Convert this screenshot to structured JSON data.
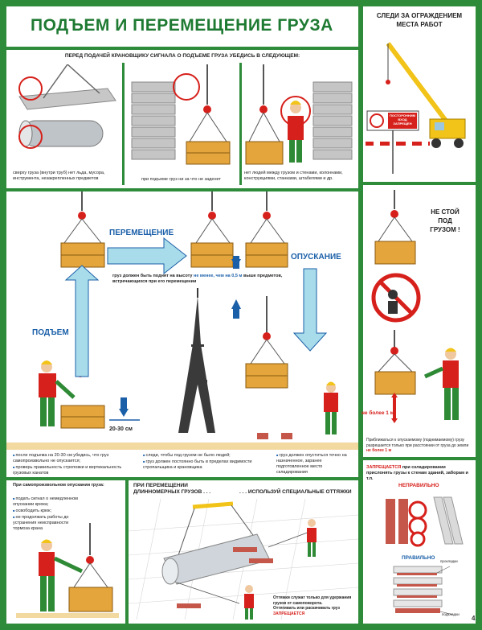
{
  "title": "ПОДЪЕМ И ПЕРЕМЕЩЕНИЕ ГРУЗА",
  "top_section": {
    "heading": "ПЕРЕД ПОДАЧЕЙ КРАНОВЩИКУ СИГНАЛА О ПОДЪЕМЕ ГРУЗА УБЕДИСЬ В СЛЕДУЮЩЕМ:",
    "captions": [
      "сверху груза (внутри труб) нет льда, мусора, инструмента, незакрепленных предметов",
      "при подъеме груз ни за что не заденет",
      "нет людей между грузом и стенами, колоннами, конструкциями, станками, штабелями и др."
    ]
  },
  "right_top": {
    "heading": "СЛЕДИ ЗА ОГРАЖДЕНИЕМ МЕСТА РАБОТ",
    "sign_text": "ПОСТОРОННИМ ВХОД ЗАПРЕЩЕН"
  },
  "middle": {
    "label_move": "ПЕРЕМЕЩЕНИЕ",
    "label_lower": "ОПУСКАНИЕ",
    "label_lift": "ПОДЪЕМ",
    "height_note_pre": "груз должен быть поднят на высоту ",
    "height_note_red": "не менее, чем на 0,5 м",
    "height_note_post": " выше предметов, встречающихся при его перемещении",
    "distance_label": "20-30 см",
    "notes_left": [
      "после подъема на 20-30 см убедись, что груз самопроизвольно не опускается;",
      "проверь правильность строповки и вертикальность грузовых канатов"
    ],
    "notes_center": [
      "следи, чтобы под грузом не было людей;",
      "груз должен постоянно быть в пределах видимости стропальщика и крановщика"
    ],
    "notes_right": [
      "груз должен опуститься точно на назначенное, заранее подготовленное место складирования"
    ]
  },
  "right_middle": {
    "warning": "НЕ СТОЙ ПОД ГРУЗОМ !",
    "distance_label": "не более 1 м",
    "approach_note_pre": "Приближаться к опускаемому (поднимаемому) грузу разрешается только при расстоянии от груза до земли ",
    "approach_note_red": "не более 1 м"
  },
  "bottom_left": {
    "heading": "При самопроизвольном опускании груза:",
    "items": [
      "подать сигнал о немедленном опускании крюка;",
      "освободить крюк;",
      "не продолжать работы до устранения неисправности тормоза крана"
    ]
  },
  "bottom_center": {
    "heading_left": "ПРИ ПЕРЕМЕЩЕНИИ ДЛИННОМЕРНЫХ ГРУЗОВ . . .",
    "heading_right": ". . . ИСПОЛЬЗУЙ СПЕЦИАЛЬНЫЕ ОТТЯЖКИ",
    "note_1": "Оттяжки служат только для удержания грузов от самоповорота.",
    "note_2": "Оттягивать или раскачивать груз",
    "note_red": "ЗАПРЕЩАЕТСЯ"
  },
  "bottom_right": {
    "rule_red": "ЗАПРЕЩАЕТСЯ",
    "rule_text": " при складировании прислонять грузы к стенам зданий, заборам и т.п.",
    "wrong_label": "НЕПРАВИЛЬНО",
    "right_label": "ПРАВИЛЬНО",
    "callout_1": "прокладки",
    "callout_2": "подкладки"
  },
  "page_number": "4",
  "colors": {
    "frame_green": "#2e8b3a",
    "title_green": "#1e7a32",
    "accent_blue": "#1a5fa8",
    "arrow_blue": "#a9dcea",
    "warning_red": "#d6201b",
    "sand": "#f1d9a0",
    "crate": "#e3a53c",
    "crane_yellow": "#f2c318"
  }
}
